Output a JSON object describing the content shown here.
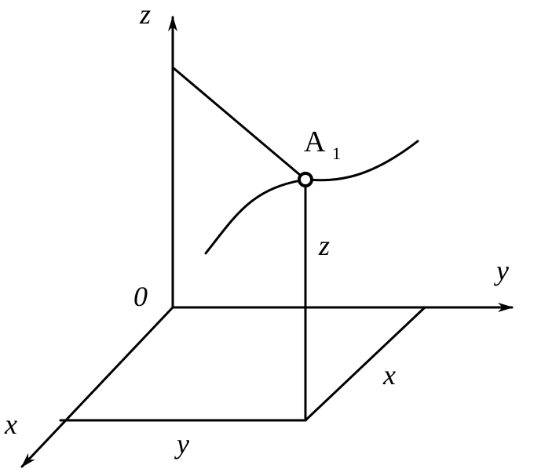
{
  "labels": {
    "z_axis": "z",
    "y_axis": "y",
    "x_axis": "x",
    "origin": "0",
    "point_main": "A",
    "point_sub": "1",
    "height": "z",
    "base_y": "y",
    "base_x": "x"
  },
  "colors": {
    "ink": "#000000",
    "background": "#ffffff",
    "point_fill": "#ffffff"
  }
}
